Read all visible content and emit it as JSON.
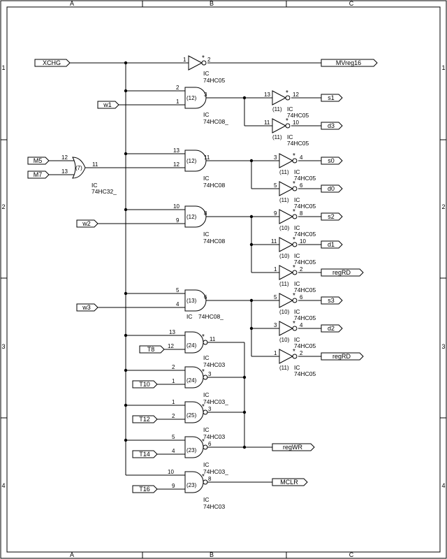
{
  "frame": {
    "columns": [
      "A",
      "B",
      "C"
    ],
    "rows": [
      "1",
      "2",
      "3",
      "4"
    ]
  },
  "ports": {
    "xchg": "XCHG",
    "w1": "w1",
    "m5": "M5",
    "m7": "M7",
    "w2": "w2",
    "w3": "w3",
    "t8": "T8",
    "t10": "T10",
    "t12": "T12",
    "t14": "T14",
    "t16": "T16",
    "mvreg16": "MVreg16",
    "s1": "s1",
    "d3": "d3",
    "s0": "s0",
    "d0": "d0",
    "s2": "s2",
    "d1": "d1",
    "regrd_a": "regRD",
    "s3": "s3",
    "d2": "d2",
    "regrd_b": "regRD",
    "regwr": "regWR",
    "mclr": "MCLR"
  },
  "gates": {
    "inv_top": {
      "in": "1",
      "out": "2",
      "ic": "IC",
      "part": "74HC05"
    },
    "and12a": {
      "in1": "2",
      "in2": "1",
      "out": "3",
      "unit": "(12)",
      "ic": "IC",
      "part": "74HC08_"
    },
    "inv_s1": {
      "in": "13",
      "out": "12",
      "unit": "(11)",
      "ic": "IC",
      "part": "74HC05"
    },
    "inv_d3": {
      "in": "11",
      "out": "10",
      "unit": "(11)",
      "ic": "IC",
      "part": "74HC05"
    },
    "or7": {
      "in1": "12",
      "in2": "13",
      "out": "11",
      "unit": "(7)",
      "ic": "IC",
      "part": "74HC32_"
    },
    "and12b": {
      "in1": "13",
      "in2": "12",
      "out": "11",
      "unit": "(12)",
      "ic": "IC",
      "part": "74HC08"
    },
    "inv_s0": {
      "in": "3",
      "out": "4",
      "unit": "(11)",
      "ic": "IC",
      "part": "74HC05"
    },
    "inv_d0": {
      "in": "5",
      "out": "6",
      "unit": "(11)",
      "ic": "IC",
      "part": "74HC05"
    },
    "and12c": {
      "in1": "10",
      "in2": "9",
      "out": "8",
      "unit": "(12)",
      "ic": "IC",
      "part": "74HC08"
    },
    "inv_s2": {
      "in": "9",
      "out": "8",
      "unit": "(10)",
      "ic": "IC",
      "part": "74HC05"
    },
    "inv_d1": {
      "in": "11",
      "out": "10",
      "unit": "(10)",
      "ic": "IC",
      "part": "74HC05"
    },
    "inv_rd1": {
      "in": "1",
      "out": "2",
      "unit": "(11)",
      "ic": "IC",
      "part": "74HC05"
    },
    "and13": {
      "in1": "5",
      "in2": "4",
      "out": "6",
      "unit": "(13)",
      "ic": "IC",
      "part": "74HC08_"
    },
    "inv_s3": {
      "in": "5",
      "out": "6",
      "unit": "(10)",
      "ic": "IC",
      "part": "74HC05"
    },
    "inv_d2": {
      "in": "3",
      "out": "4",
      "unit": "(10)",
      "ic": "IC",
      "part": "74HC05"
    },
    "inv_rd2": {
      "in": "1",
      "out": "2",
      "unit": "(11)",
      "ic": "IC",
      "part": "74HC05"
    },
    "nand24a": {
      "in1": "13",
      "in2": "12",
      "out": "11",
      "unit": "(24)",
      "ic": "IC",
      "part": "74HC03"
    },
    "nand24b": {
      "in1": "2",
      "in2": "1",
      "out": "3",
      "unit": "(24)",
      "ic": "IC",
      "part": "74HC03_"
    },
    "nand25": {
      "in1": "1",
      "in2": "2",
      "out": "3",
      "unit": "(25)",
      "ic": "IC",
      "part": "74HC03"
    },
    "nand23a": {
      "in1": "5",
      "in2": "4",
      "out": "6",
      "unit": "(23)",
      "ic": "IC",
      "part": "74HC03_"
    },
    "nand23b": {
      "in1": "10",
      "in2": "9",
      "out": "8",
      "unit": "(23)",
      "ic": "IC",
      "part": "74HC03"
    }
  }
}
